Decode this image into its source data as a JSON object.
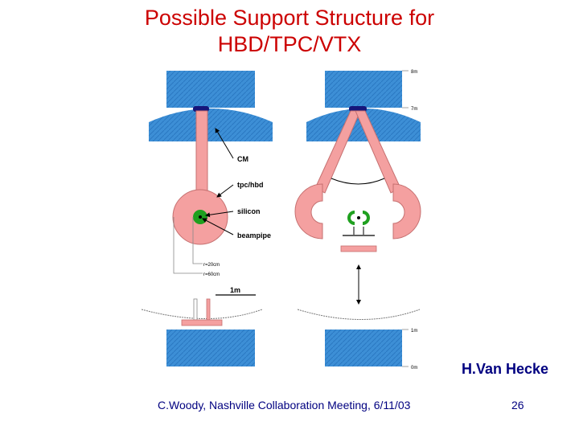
{
  "slide": {
    "title_line1": "Possible Support Structure for",
    "title_line2": "HBD/TPC/VTX",
    "author": "H.Van Hecke",
    "footer": "C.Woody, Nashville Collaboration Meeting, 6/11/03",
    "page_number": "26"
  },
  "diagram": {
    "labels": {
      "cm": "CM",
      "tpc_hbd": "tpc/hbd",
      "silicon": "silicon",
      "beampipe": "beampipe",
      "r20": "r=20cm",
      "r60": "r=60cm",
      "scale": "1m"
    },
    "scale_ticks": [
      "8m",
      "7m",
      "1m",
      "0m"
    ],
    "colors": {
      "magnet_blue": "#3d8fd6",
      "detector_pink": "#f4a0a0",
      "silicon_green": "#1fa01f",
      "mount_navy": "#15157a",
      "title_red": "#cc0000",
      "footer_navy": "#000080"
    }
  }
}
